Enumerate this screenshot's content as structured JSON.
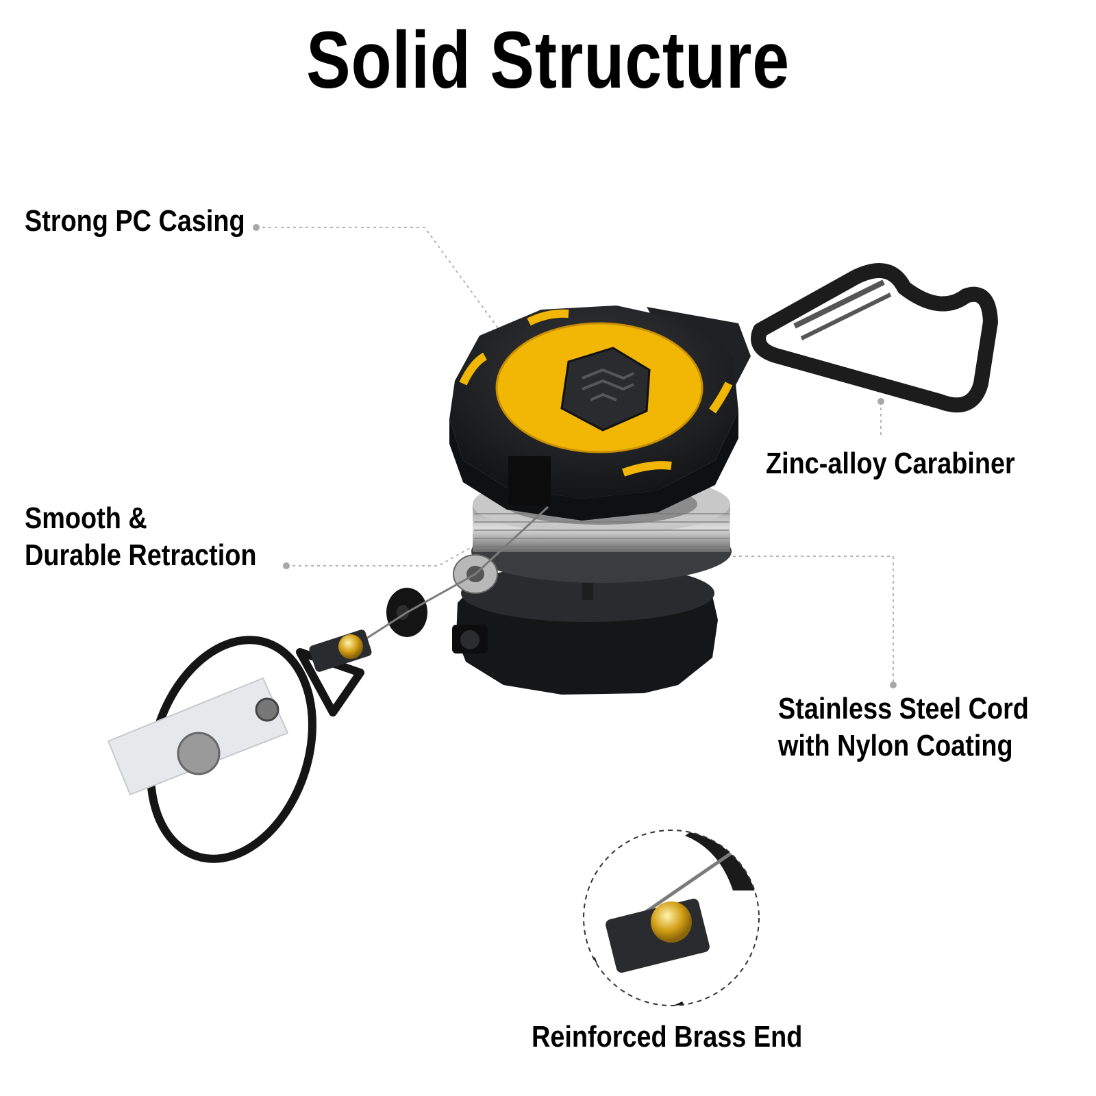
{
  "title": "Solid Structure",
  "labels": {
    "casing": "Strong PC Casing",
    "carabiner": "Zinc-alloy Carabiner",
    "retraction_line1": "Smooth &",
    "retraction_line2": "Durable Retraction",
    "cord_line1": "Stainless Steel Cord",
    "cord_line2": "with Nylon Coating",
    "brass": "Reinforced Brass End"
  },
  "colors": {
    "accent_yellow": "#F2B705",
    "casing_black": "#1c1d1f",
    "leader_gray": "#b4b4b4",
    "brass": "#d4a017"
  }
}
